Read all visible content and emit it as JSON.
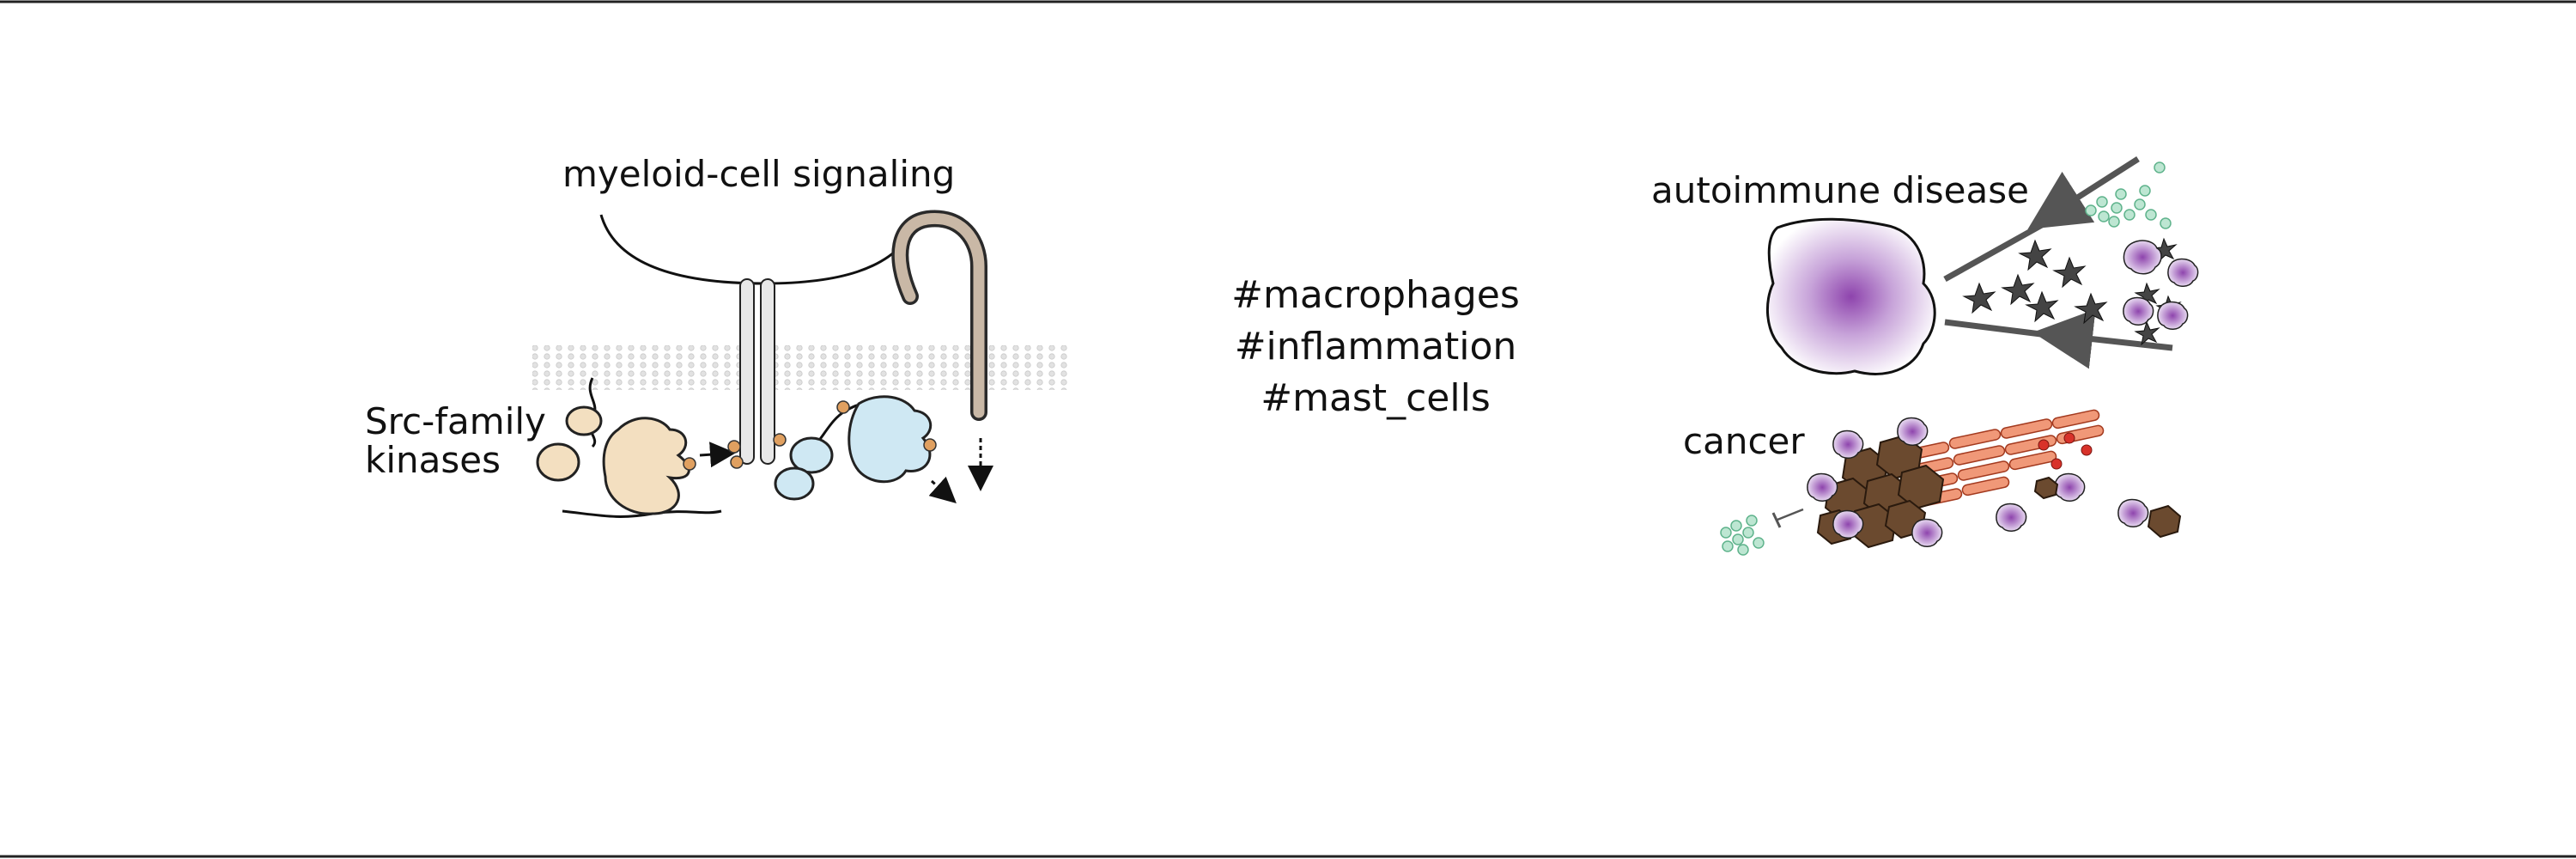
{
  "left_panel": {
    "title": "myeloid-cell signaling",
    "kinase_label_line1": "Src-family",
    "kinase_label_line2": "kinases"
  },
  "center_panel": {
    "hashtags": [
      "#macrophages",
      "#inflammation",
      "#mast_cells"
    ]
  },
  "right_panel": {
    "autoimmune_label": "autoimmune disease",
    "cancer_label": "cancer"
  },
  "colors": {
    "kinase_fill": "#f3dfc0",
    "kinase_stroke": "#2a2a2a",
    "phospho": "#e0a060",
    "effector_fill": "#cfe8f3",
    "receptor_fill": "#c9b8a6",
    "membrane": "#d9d9d9",
    "macrophage": "#9b59b6",
    "tumor_cell": "#6b4a2f",
    "muscle_fiber": "#e87a5a",
    "green_cells": "#7cc8a5",
    "arrow_gray": "#555555"
  }
}
